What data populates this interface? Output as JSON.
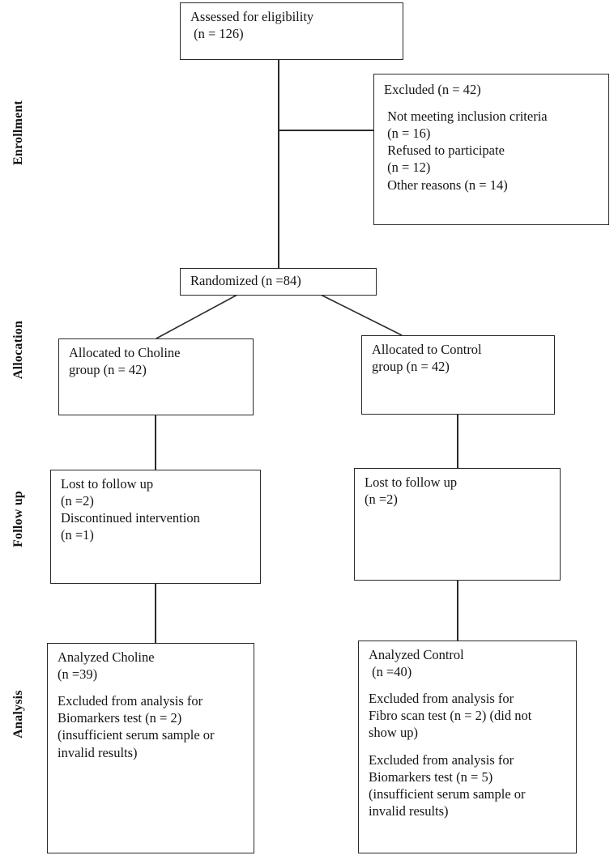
{
  "figure": {
    "type": "consort-flow-diagram",
    "title": "CONSORT participant flow diagram"
  },
  "stages": [
    {
      "id": "enrollment",
      "label": "Enrollment"
    },
    {
      "id": "allocation",
      "label": "Allocation"
    },
    {
      "id": "followup",
      "label": "Follow up"
    },
    {
      "id": "analysis",
      "label": "Analysis"
    }
  ],
  "nodes": {
    "assessed": {
      "name": "assessed-for-eligibility-box",
      "lines": [
        "Assessed for eligibility",
        " (n = 126)"
      ]
    },
    "excluded": {
      "name": "excluded-box",
      "lines": [
        "Excluded (n = 42)",
        "",
        " Not meeting inclusion criteria",
        " (n = 16)",
        " Refused to participate",
        " (n = 12)",
        " Other reasons (n = 14)"
      ]
    },
    "randomized": {
      "name": "randomized-box",
      "lines": [
        "Randomized (n =84)"
      ]
    },
    "alloc_choline": {
      "name": "allocated-choline-box",
      "lines": [
        "Allocated to Choline",
        "group (n = 42)"
      ]
    },
    "alloc_control": {
      "name": "allocated-control-box",
      "lines": [
        "Allocated to Control",
        "group (n = 42)"
      ]
    },
    "follow_choline": {
      "name": "followup-choline-box",
      "lines": [
        "Lost to follow up",
        "(n =2)",
        "Discontinued intervention",
        "(n =1)"
      ]
    },
    "follow_control": {
      "name": "followup-control-box",
      "lines": [
        "Lost to follow up",
        "(n =2)"
      ]
    },
    "analysis_choline": {
      "name": "analyzed-choline-box",
      "lines": [
        "Analyzed Choline",
        "(n =39)",
        "",
        "Excluded from analysis for",
        "Biomarkers test (n = 2)",
        "(insufficient serum sample or",
        "invalid results)"
      ]
    },
    "analysis_control": {
      "name": "analyzed-control-box",
      "lines": [
        "Analyzed Control",
        " (n =40)",
        "",
        "Excluded from analysis for",
        "Fibro scan test (n = 2) (did not",
        "show up)",
        "",
        "Excluded from analysis for",
        "Biomarkers test (n = 5)",
        "(insufficient serum sample or",
        "invalid results)"
      ]
    }
  },
  "chart_data": {
    "type": "diagram",
    "title": "CONSORT flow diagram",
    "stages": [
      "Enrollment",
      "Allocation",
      "Follow up",
      "Analysis"
    ],
    "counts": {
      "assessed_for_eligibility": 126,
      "excluded_total": 42,
      "excluded_not_meeting_inclusion_criteria": 16,
      "excluded_refused_to_participate": 12,
      "excluded_other_reasons": 14,
      "randomized": 84,
      "allocated_choline": 42,
      "allocated_control": 42,
      "choline_lost_to_follow_up": 2,
      "choline_discontinued_intervention": 1,
      "control_lost_to_follow_up": 2,
      "analyzed_choline": 39,
      "analyzed_control": 40,
      "choline_excluded_biomarkers_test": 2,
      "control_excluded_fibro_scan_test": 2,
      "control_excluded_biomarkers_test": 5
    },
    "colors": {
      "stroke": "#2b2b2b",
      "background": "#ffffff",
      "text": "#151515"
    }
  }
}
